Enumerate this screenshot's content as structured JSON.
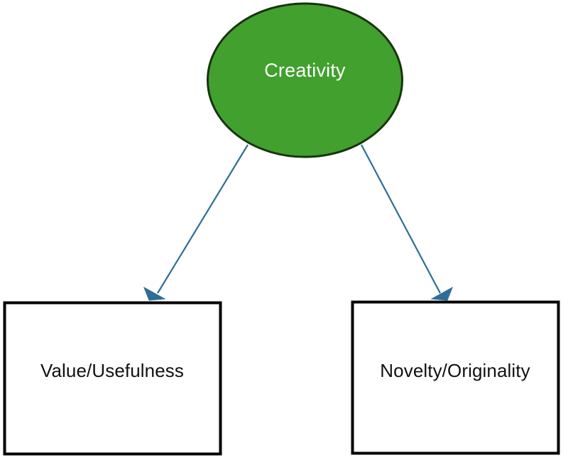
{
  "diagram": {
    "type": "concept-hierarchy",
    "background_color": "#ffffff",
    "root": {
      "id": "creativity",
      "label": "Creativity",
      "shape": "ellipse",
      "fill_color": "#41A02E",
      "stroke_color": "#18330F",
      "text_color": "#ffffff"
    },
    "children": [
      {
        "id": "value-usefulness",
        "label": "Value/Usefulness",
        "shape": "rectangle",
        "fill_color": "#ffffff",
        "stroke_color": "#000000",
        "text_color": "#111111"
      },
      {
        "id": "novelty-originality",
        "label": "Novelty/Originality",
        "shape": "rectangle",
        "fill_color": "#ffffff",
        "stroke_color": "#000000",
        "text_color": "#111111"
      }
    ],
    "connectors": [
      {
        "id": "creativity-to-value",
        "from": "creativity",
        "to": "value-usefulness",
        "color": "#2E6E96",
        "arrow": "triangle-filled"
      },
      {
        "id": "creativity-to-novelty",
        "from": "creativity",
        "to": "novelty-originality",
        "color": "#2E6E96",
        "arrow": "triangle-filled"
      }
    ]
  }
}
